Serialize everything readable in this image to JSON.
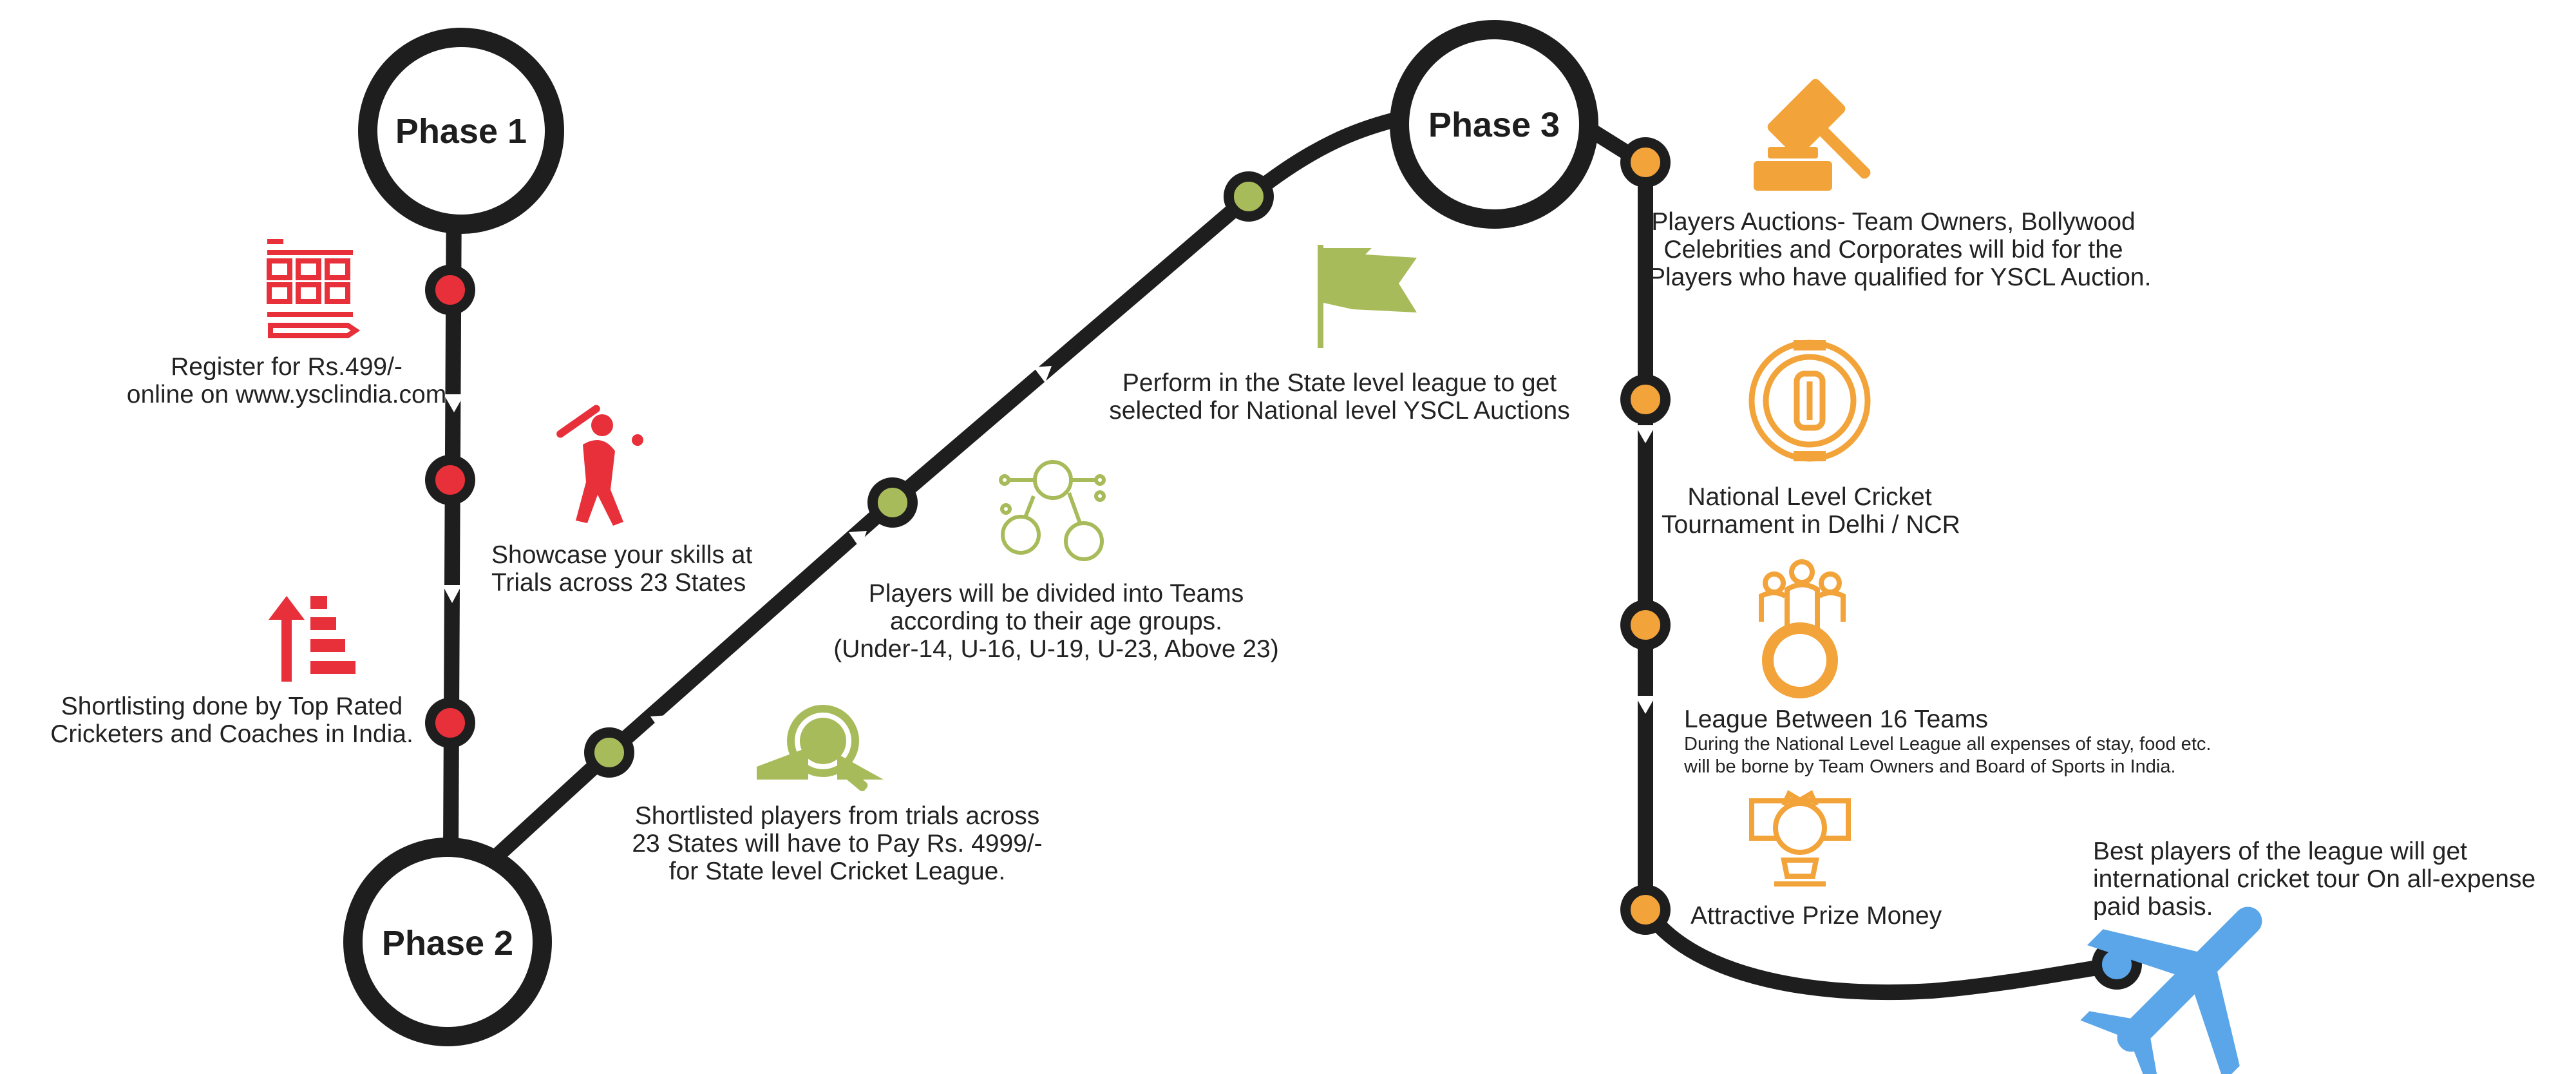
{
  "colors": {
    "track": "#1e1e1e",
    "phase1": "#e8303a",
    "phase2": "#a8bb5a",
    "phase3": "#f2a33a",
    "final": "#5aa6e8"
  },
  "phases": {
    "p1": "Phase 1",
    "p2": "Phase 2",
    "p3": "Phase 3"
  },
  "steps": {
    "register": {
      "icon": "registration-form-icon",
      "line1": "Register for Rs.499/-",
      "line2": "online on www.ysclindia.com"
    },
    "showcase": {
      "icon": "batsman-icon",
      "line1": "Showcase your skills at",
      "line2": "Trials across 23 States"
    },
    "shortlist": {
      "icon": "ranking-arrow-icon",
      "line1": "Shortlisting done by Top Rated",
      "line2": "Cricketers and Coaches in India."
    },
    "pay": {
      "icon": "search-person-icon",
      "line1": "Shortlisted players from trials across",
      "line2": "23 States will have to Pay Rs. 4999/-",
      "line3": "for State level Cricket League."
    },
    "teams": {
      "icon": "team-network-icon",
      "line1": "Players will be divided into Teams",
      "line2": "according to their age groups.",
      "line3": "(Under-14, U-16, U-19, U-23, Above 23)"
    },
    "state_league": {
      "icon": "flag-icon",
      "line1": "Perform in the State level league to get",
      "line2": "selected for National level YSCL Auctions"
    },
    "auction": {
      "icon": "auction-gavel-icon",
      "line1": "Players Auctions- Team Owners, Bollywood",
      "line2": "Celebrities and Corporates will bid for the",
      "line3": "Players who have qualified for YSCL Auction."
    },
    "national": {
      "icon": "cricket-stadium-icon",
      "line1": "National Level Cricket",
      "line2": "Tournament in Delhi / NCR"
    },
    "league16": {
      "icon": "team-group-icon",
      "title": "League Between 16 Teams",
      "line1": "During the National Level League all expenses of stay, food etc.",
      "line2": "will be borne by Team Owners and Board of Sports in India."
    },
    "prize": {
      "icon": "prize-money-icon",
      "line1": "Attractive Prize Money"
    },
    "tour": {
      "icon": "airplane-icon",
      "line1": "Best players of the league will get",
      "line2": "international cricket tour On all-expense",
      "line3": "paid basis."
    }
  }
}
